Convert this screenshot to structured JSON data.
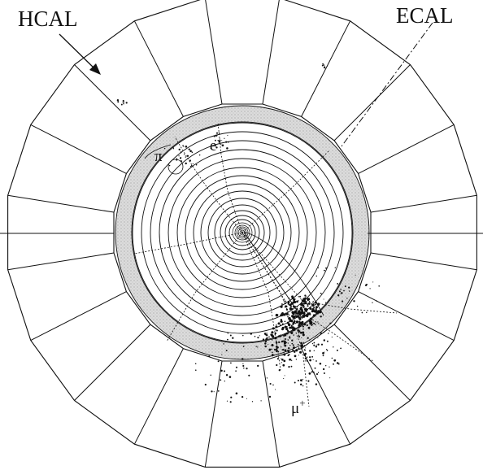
{
  "labels": {
    "hcal": "HCAL",
    "ecal": "ECAL",
    "e_plus": "e+",
    "pi": "π",
    "mu_plus": "μ+"
  },
  "colors": {
    "ink": "#111111",
    "ecal_fill": "#cfcfcf",
    "background": "#ffffff"
  },
  "detector": {
    "hcal_segments": 20
  }
}
